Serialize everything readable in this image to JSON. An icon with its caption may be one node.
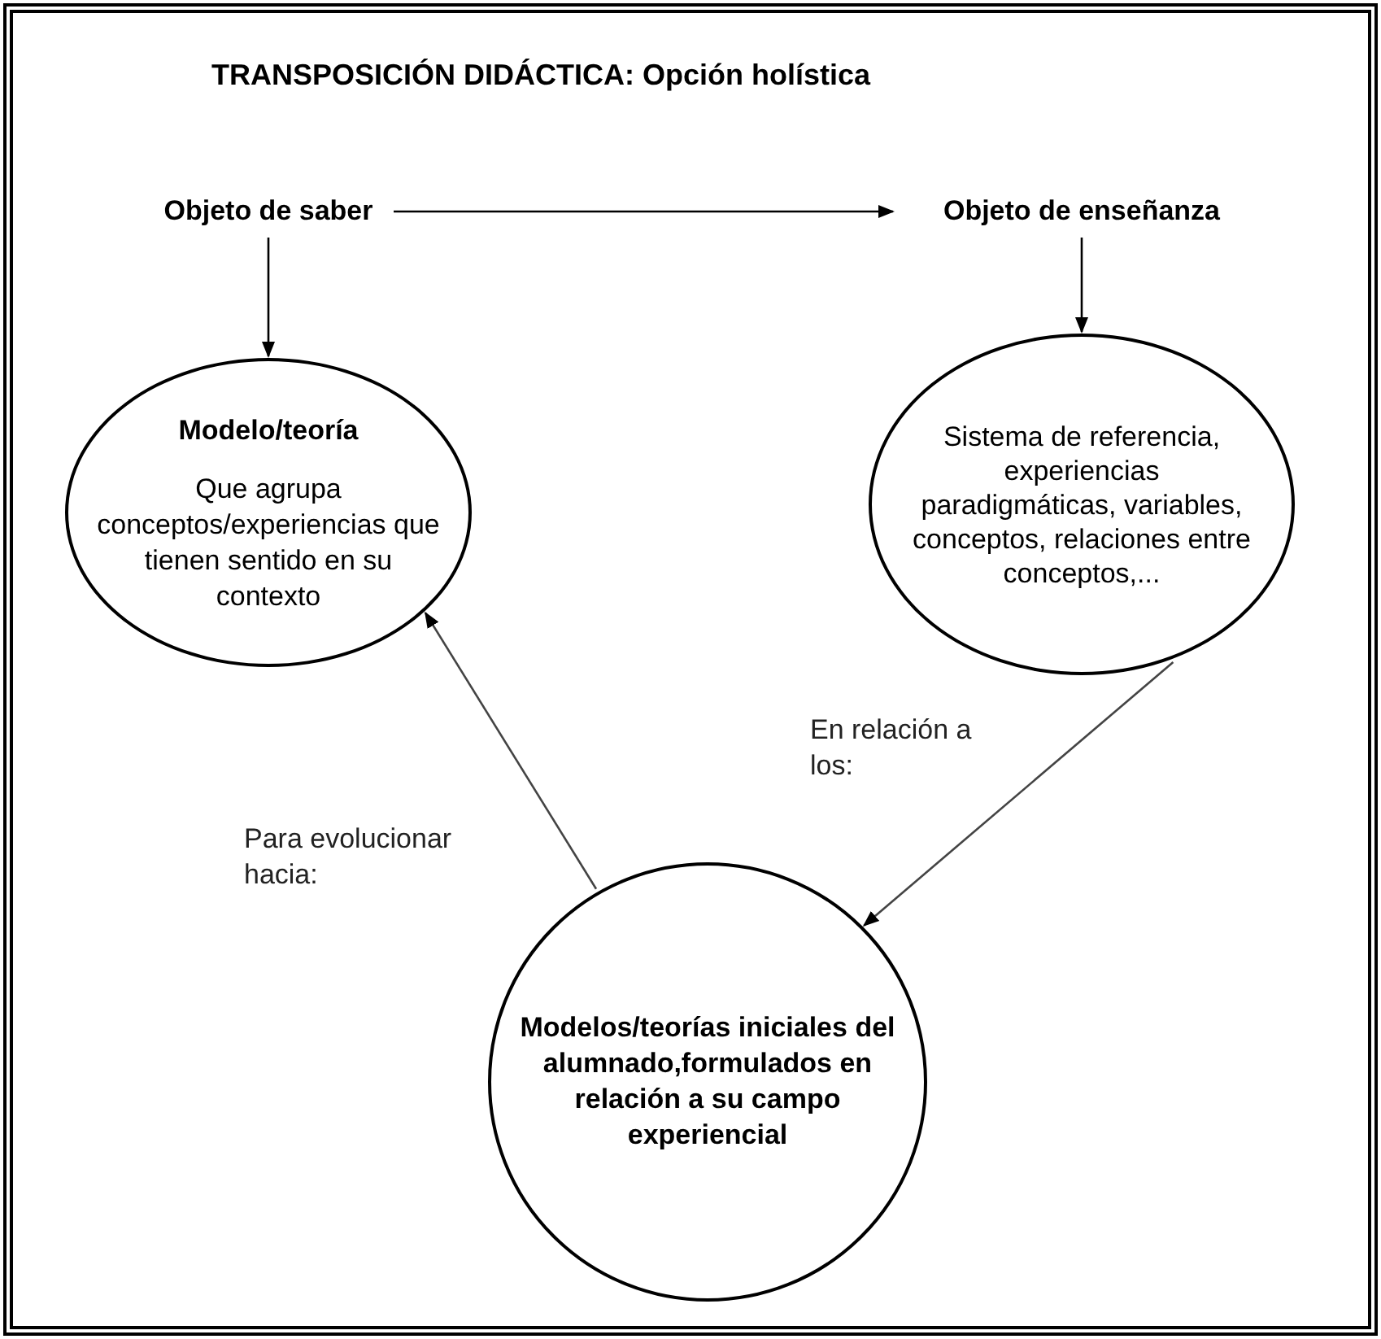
{
  "diagram": {
    "title": "TRANSPOSICIÓN DIDÁCTICA: Opción holística",
    "nodes": [
      {
        "text": [
          "Objeto de saber"
        ]
      },
      {
        "text": [
          "Objeto de enseñanza"
        ]
      },
      {
        "text": [
          "Modelo/teoría",
          "Que agrupa conceptos/experiencias que tienen sentido en su contexto"
        ]
      },
      {
        "text": [
          "Sistema de referencia, experiencias paradigmáticas, variables, conceptos, relaciones entre conceptos,..."
        ]
      },
      {
        "text": [
          "Modelos/teorías iniciales del alumnado,formulados en relación a su campo experiencial"
        ]
      }
    ],
    "edges": [
      {
        "from": 0,
        "to": 1,
        "arrow": "to"
      },
      {
        "from": 0,
        "to": 2,
        "arrow": "to"
      },
      {
        "from": 1,
        "to": 3,
        "arrow": "to"
      },
      {
        "from": 3,
        "to": 4,
        "arrow": "to",
        "label": "En relación a los:"
      },
      {
        "from": 4,
        "to": 2,
        "arrow": "to",
        "label": "Para evolucionar hacia:"
      }
    ]
  }
}
